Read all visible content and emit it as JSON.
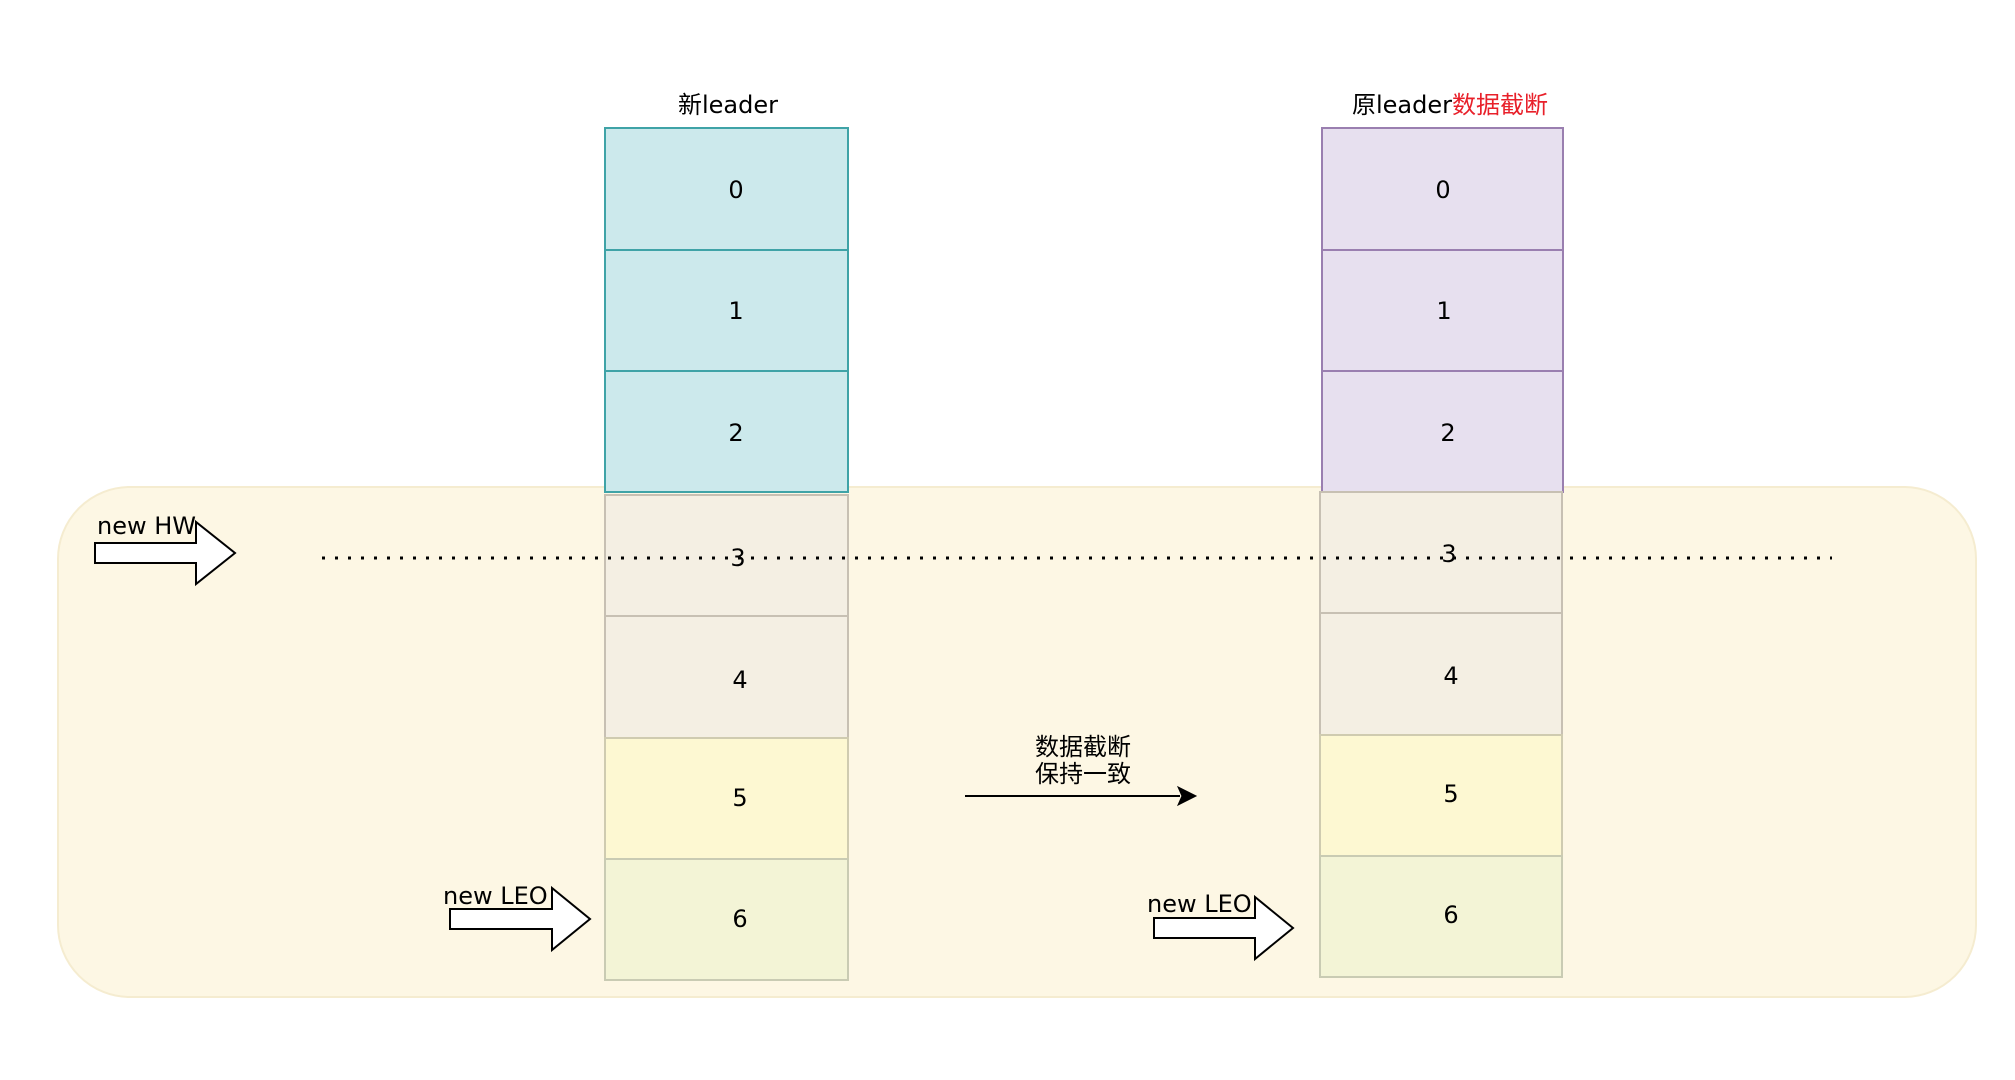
{
  "new_leader": {
    "title": "新leader",
    "cells": [
      "0",
      "1",
      "2",
      "3",
      "4",
      "5",
      "6"
    ]
  },
  "old_leader": {
    "title_prefix": "原leader",
    "title_highlight": "数据截断",
    "cells": [
      "0",
      "1",
      "2",
      "3",
      "4",
      "5",
      "6"
    ]
  },
  "markers": {
    "hw": "new HW",
    "leo_left": "new LEO",
    "leo_right": "new LEO"
  },
  "sync_arrow": {
    "line1": "数据截断",
    "line2": "保持一致"
  },
  "colors": {
    "region_fill": "#fdf7e4",
    "region_stroke": "#f5ecd0",
    "teal_fill": "#cce9ec",
    "teal_stroke": "#3fa3a7",
    "purple_fill": "#e7e0ef",
    "purple_stroke": "#9a7fb0",
    "beige_fill": "#f4efe3",
    "beige_stroke": "#c7c0b3",
    "yellow_fill": "#fdf8d2",
    "yellow_stroke": "#cfcbb0",
    "green_fill": "#f3f4d6",
    "green_stroke": "#c9cbb3",
    "highlight_text": "#e8202a"
  }
}
